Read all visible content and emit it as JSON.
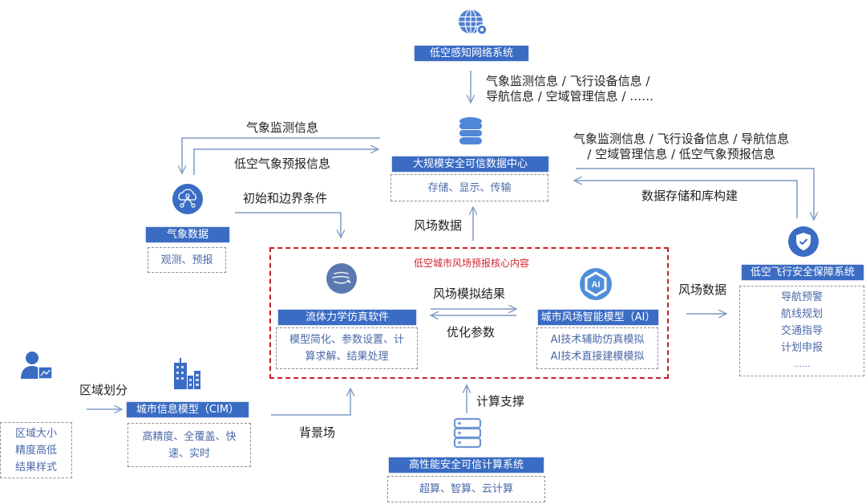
{
  "nodes": {
    "sensing_network": {
      "title": "低空感知网络系统"
    },
    "data_center": {
      "title": "大规模安全可信数据中心",
      "detail": "存储、显示、传输"
    },
    "weather_data": {
      "title": "气象数据",
      "detail": "观测、预报"
    },
    "safety_system": {
      "title": "低空飞行安全保障系统",
      "items": [
        "导航预警",
        "航线规划",
        "交通指导",
        "计划申报",
        "……"
      ]
    },
    "core": {
      "title": "低空城市风场预报核心内容",
      "cfd": {
        "title": "流体力学仿真软件",
        "detail_lines": [
          "模型简化、参数设置、计",
          "算求解、结果处理"
        ]
      },
      "ai": {
        "title": "城市风场智能模型（AI）",
        "detail_lines": [
          "AI技术辅助仿真模拟",
          "AI技术直接建模模拟"
        ]
      }
    },
    "user": {
      "detail_lines": [
        "区域大小",
        "精度高低",
        "结果样式"
      ]
    },
    "cim": {
      "title": "城市信息模型（CIM）",
      "detail_lines": [
        "高精度、全覆盖、快",
        "速、实时"
      ]
    },
    "hpc": {
      "title": "高性能安全可信计算系统",
      "detail": "超算、智算、云计算"
    }
  },
  "edges": {
    "sensing_to_center": [
      "气象监测信息 / 飞行设备信息 /",
      "导航信息 / 空域管理信息 / ……"
    ],
    "center_to_weather": "气象监测信息",
    "weather_to_center": "低空气象预报信息",
    "weather_to_core": "初始和边界条件",
    "core_to_center": "风场数据",
    "center_to_safety": [
      "气象监测信息 / 飞行设备信息 / 导航信息",
      "/ 空域管理信息 / 低空气象预报信息"
    ],
    "safety_to_center": "数据存储和库构建",
    "cfd_to_ai": "风场模拟结果",
    "ai_to_cfd": "优化参数",
    "core_to_safety": "风场数据",
    "user_to_cim": "区域划分",
    "cim_to_core": "背景场",
    "hpc_to_core": "计算支撑"
  },
  "icons": {
    "sensing_network": "globe-icon",
    "data_center": "database-icon",
    "weather_data": "cloud-network-icon",
    "cfd": "wind-flow-icon",
    "ai": "ai-chip-icon",
    "safety_system": "shield-check-icon",
    "user": "user-chart-icon",
    "cim": "buildings-icon",
    "hpc": "server-icon"
  },
  "colors": {
    "title_bar": "#3a6cc4",
    "icon_blue": "#3a6cc4",
    "core_border": "#c8202c",
    "arrow": "#7f9ac2",
    "detail_text": "#4a69a8"
  }
}
